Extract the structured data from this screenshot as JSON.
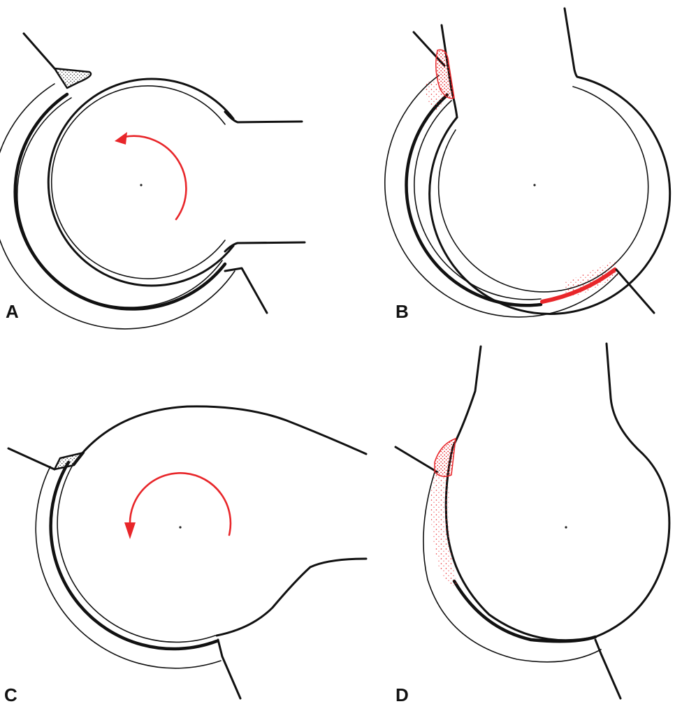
{
  "panels": [
    {
      "label": "A"
    },
    {
      "label": "B"
    },
    {
      "label": "C"
    },
    {
      "label": "D"
    }
  ],
  "colors": {
    "ink": "#111111",
    "accent_red": "#e8262a",
    "background": "#ffffff"
  }
}
